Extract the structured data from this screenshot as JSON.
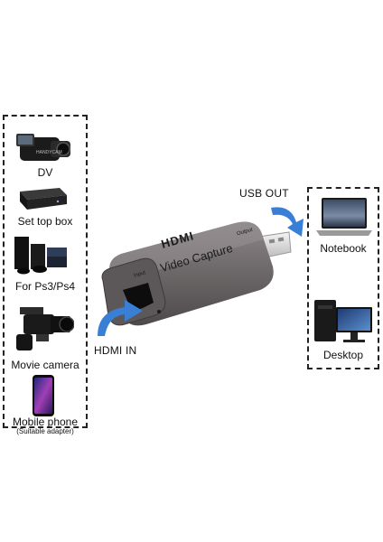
{
  "left_devices": [
    {
      "label": "DV"
    },
    {
      "label": "Set top box"
    },
    {
      "label": "For Ps3/Ps4"
    },
    {
      "label": "Movie camera"
    },
    {
      "label": "Mobile phone",
      "sublabel": "(Suitable adapter)"
    }
  ],
  "right_devices": [
    {
      "label": "Notebook"
    },
    {
      "label": "Desktop"
    }
  ],
  "connections": {
    "input_label": "HDMI IN",
    "output_label": "USB OUT"
  },
  "product": {
    "logo_text": "HDMI",
    "title": "Video Capture",
    "port_in_label": "Input",
    "port_out_label": "Output"
  },
  "colors": {
    "arrow": "#3a7fd6",
    "device_body": "#6f6a6b",
    "dashed_border": "#222222"
  }
}
